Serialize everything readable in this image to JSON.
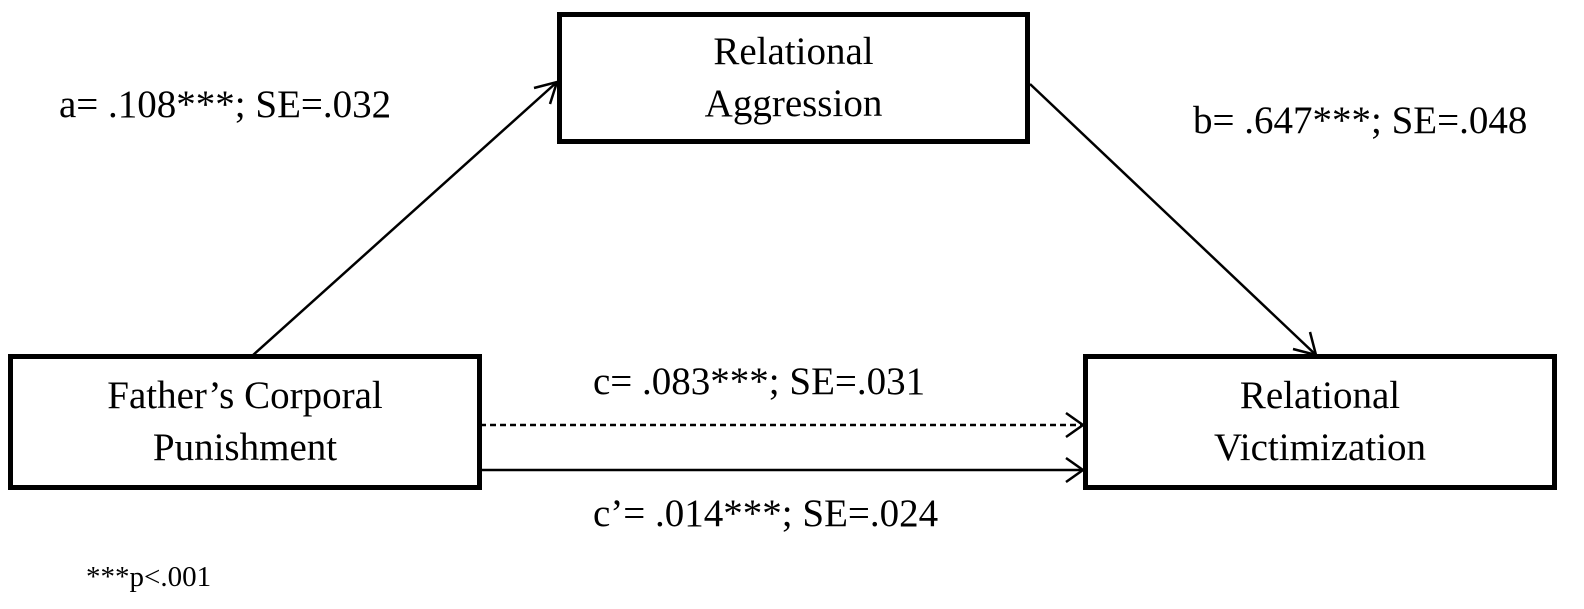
{
  "nodes": {
    "mediator": {
      "line1": "Relational",
      "line2": "Aggression"
    },
    "predictor": {
      "line1": "Father’s Corporal",
      "line2": "Punishment"
    },
    "outcome": {
      "line1": "Relational",
      "line2": "Victimization"
    }
  },
  "paths": {
    "a": "a= .108***; SE=.032",
    "b": "b= .647***; SE=.048",
    "c": "c= .083***; SE=.031",
    "c_prime": "c’= .014***; SE=.024"
  },
  "footnote": "***p<.001"
}
